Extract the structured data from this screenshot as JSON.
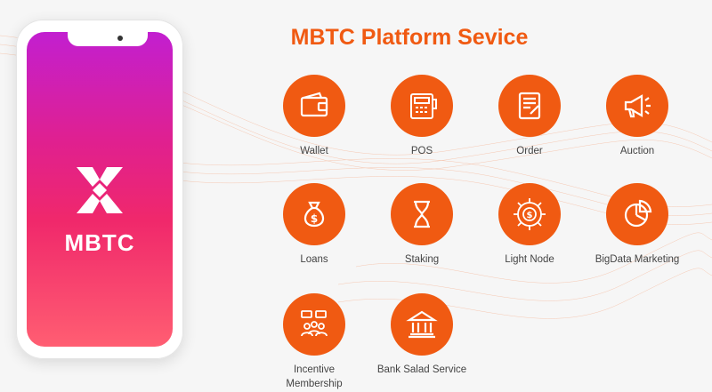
{
  "title": "MBTC Platform Sevice",
  "app": {
    "logo_text": "MBTC"
  },
  "colors": {
    "accent": "#f05a12",
    "gradient_top": "#c21fd0",
    "gradient_bottom": "#ff5e72"
  },
  "services": [
    {
      "label": "Wallet",
      "icon": "wallet-icon"
    },
    {
      "label": "POS",
      "icon": "pos-terminal-icon"
    },
    {
      "label": "Order",
      "icon": "order-document-icon"
    },
    {
      "label": "Auction",
      "icon": "megaphone-icon"
    },
    {
      "label": "Loans",
      "icon": "money-bag-icon"
    },
    {
      "label": "Staking",
      "icon": "hourglass-icon"
    },
    {
      "label": "Light Node",
      "icon": "node-network-icon"
    },
    {
      "label": "BigData Marketing",
      "icon": "pie-chart-icon"
    },
    {
      "label": "Incentive Membership",
      "icon": "community-chat-icon"
    },
    {
      "label": "Bank Salad Service",
      "icon": "bank-icon"
    }
  ]
}
